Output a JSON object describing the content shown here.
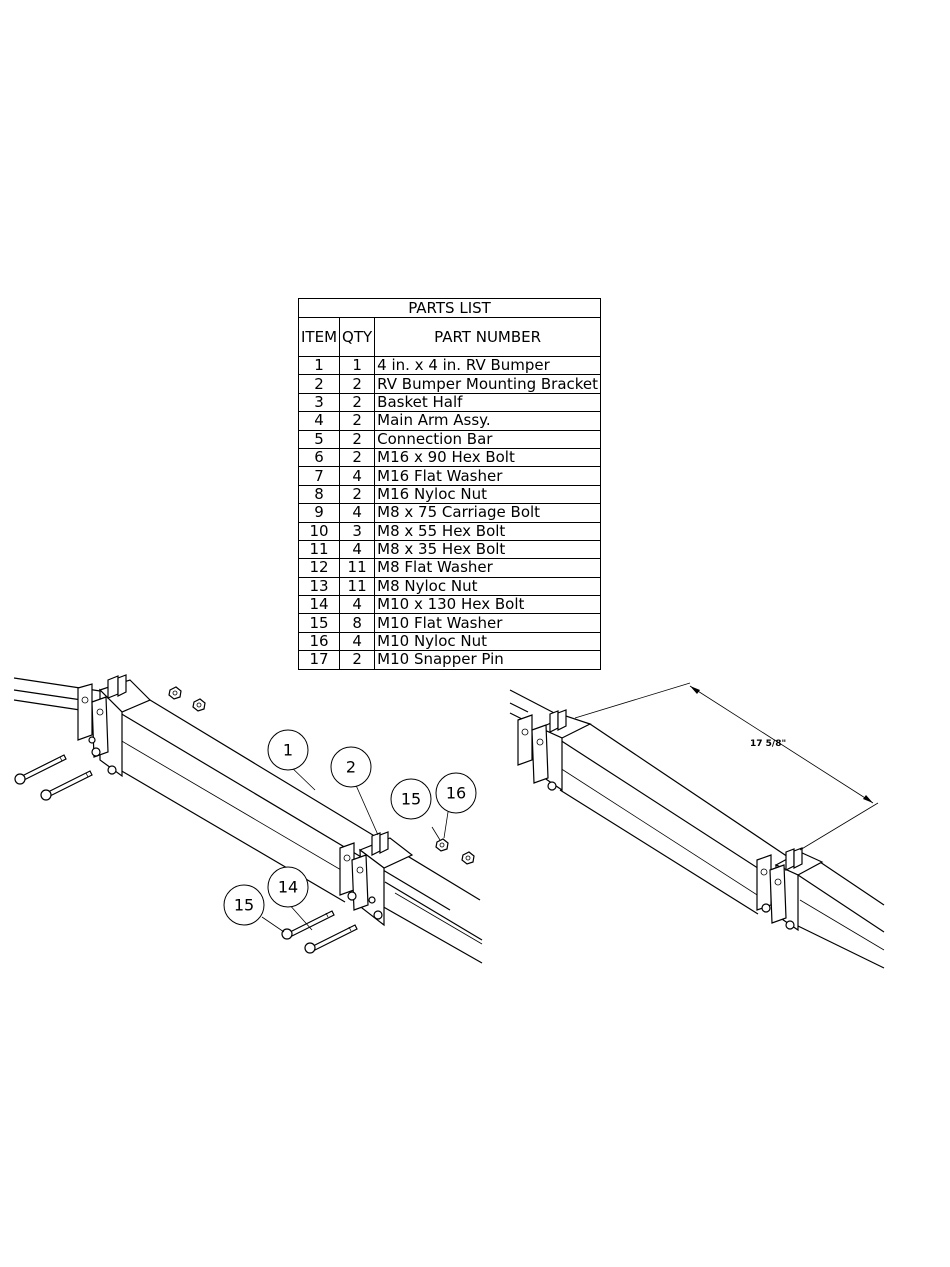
{
  "parts_list": {
    "title": "PARTS LIST",
    "headers": {
      "item": "ITEM",
      "qty": "QTY",
      "part_number": "PART NUMBER"
    },
    "rows": [
      {
        "item": "1",
        "qty": "1",
        "part": "4 in. x 4 in. RV Bumper"
      },
      {
        "item": "2",
        "qty": "2",
        "part": "RV Bumper Mounting Bracket"
      },
      {
        "item": "3",
        "qty": "2",
        "part": "Basket Half"
      },
      {
        "item": "4",
        "qty": "2",
        "part": "Main Arm Assy."
      },
      {
        "item": "5",
        "qty": "2",
        "part": "Connection Bar"
      },
      {
        "item": "6",
        "qty": "2",
        "part": "M16 x 90 Hex Bolt"
      },
      {
        "item": "7",
        "qty": "4",
        "part": "M16 Flat Washer"
      },
      {
        "item": "8",
        "qty": "2",
        "part": "M16 Nyloc Nut"
      },
      {
        "item": "9",
        "qty": "4",
        "part": "M8 x 75 Carriage Bolt"
      },
      {
        "item": "10",
        "qty": "3",
        "part": "M8 x 55 Hex Bolt"
      },
      {
        "item": "11",
        "qty": "4",
        "part": "M8 x 35 Hex Bolt"
      },
      {
        "item": "12",
        "qty": "11",
        "part": "M8 Flat Washer"
      },
      {
        "item": "13",
        "qty": "11",
        "part": "M8 Nyloc Nut"
      },
      {
        "item": "14",
        "qty": "4",
        "part": "M10 x 130 Hex Bolt"
      },
      {
        "item": "15",
        "qty": "8",
        "part": "M10 Flat Washer"
      },
      {
        "item": "16",
        "qty": "4",
        "part": "M10 Nyloc Nut"
      },
      {
        "item": "17",
        "qty": "2",
        "part": "M10 Snapper Pin"
      }
    ]
  },
  "callouts": {
    "c1": "1",
    "c2": "2",
    "c15a": "15",
    "c16": "16",
    "c14": "14",
    "c15b": "15"
  },
  "dimension": {
    "bracket_spacing": "17 5/8\""
  }
}
